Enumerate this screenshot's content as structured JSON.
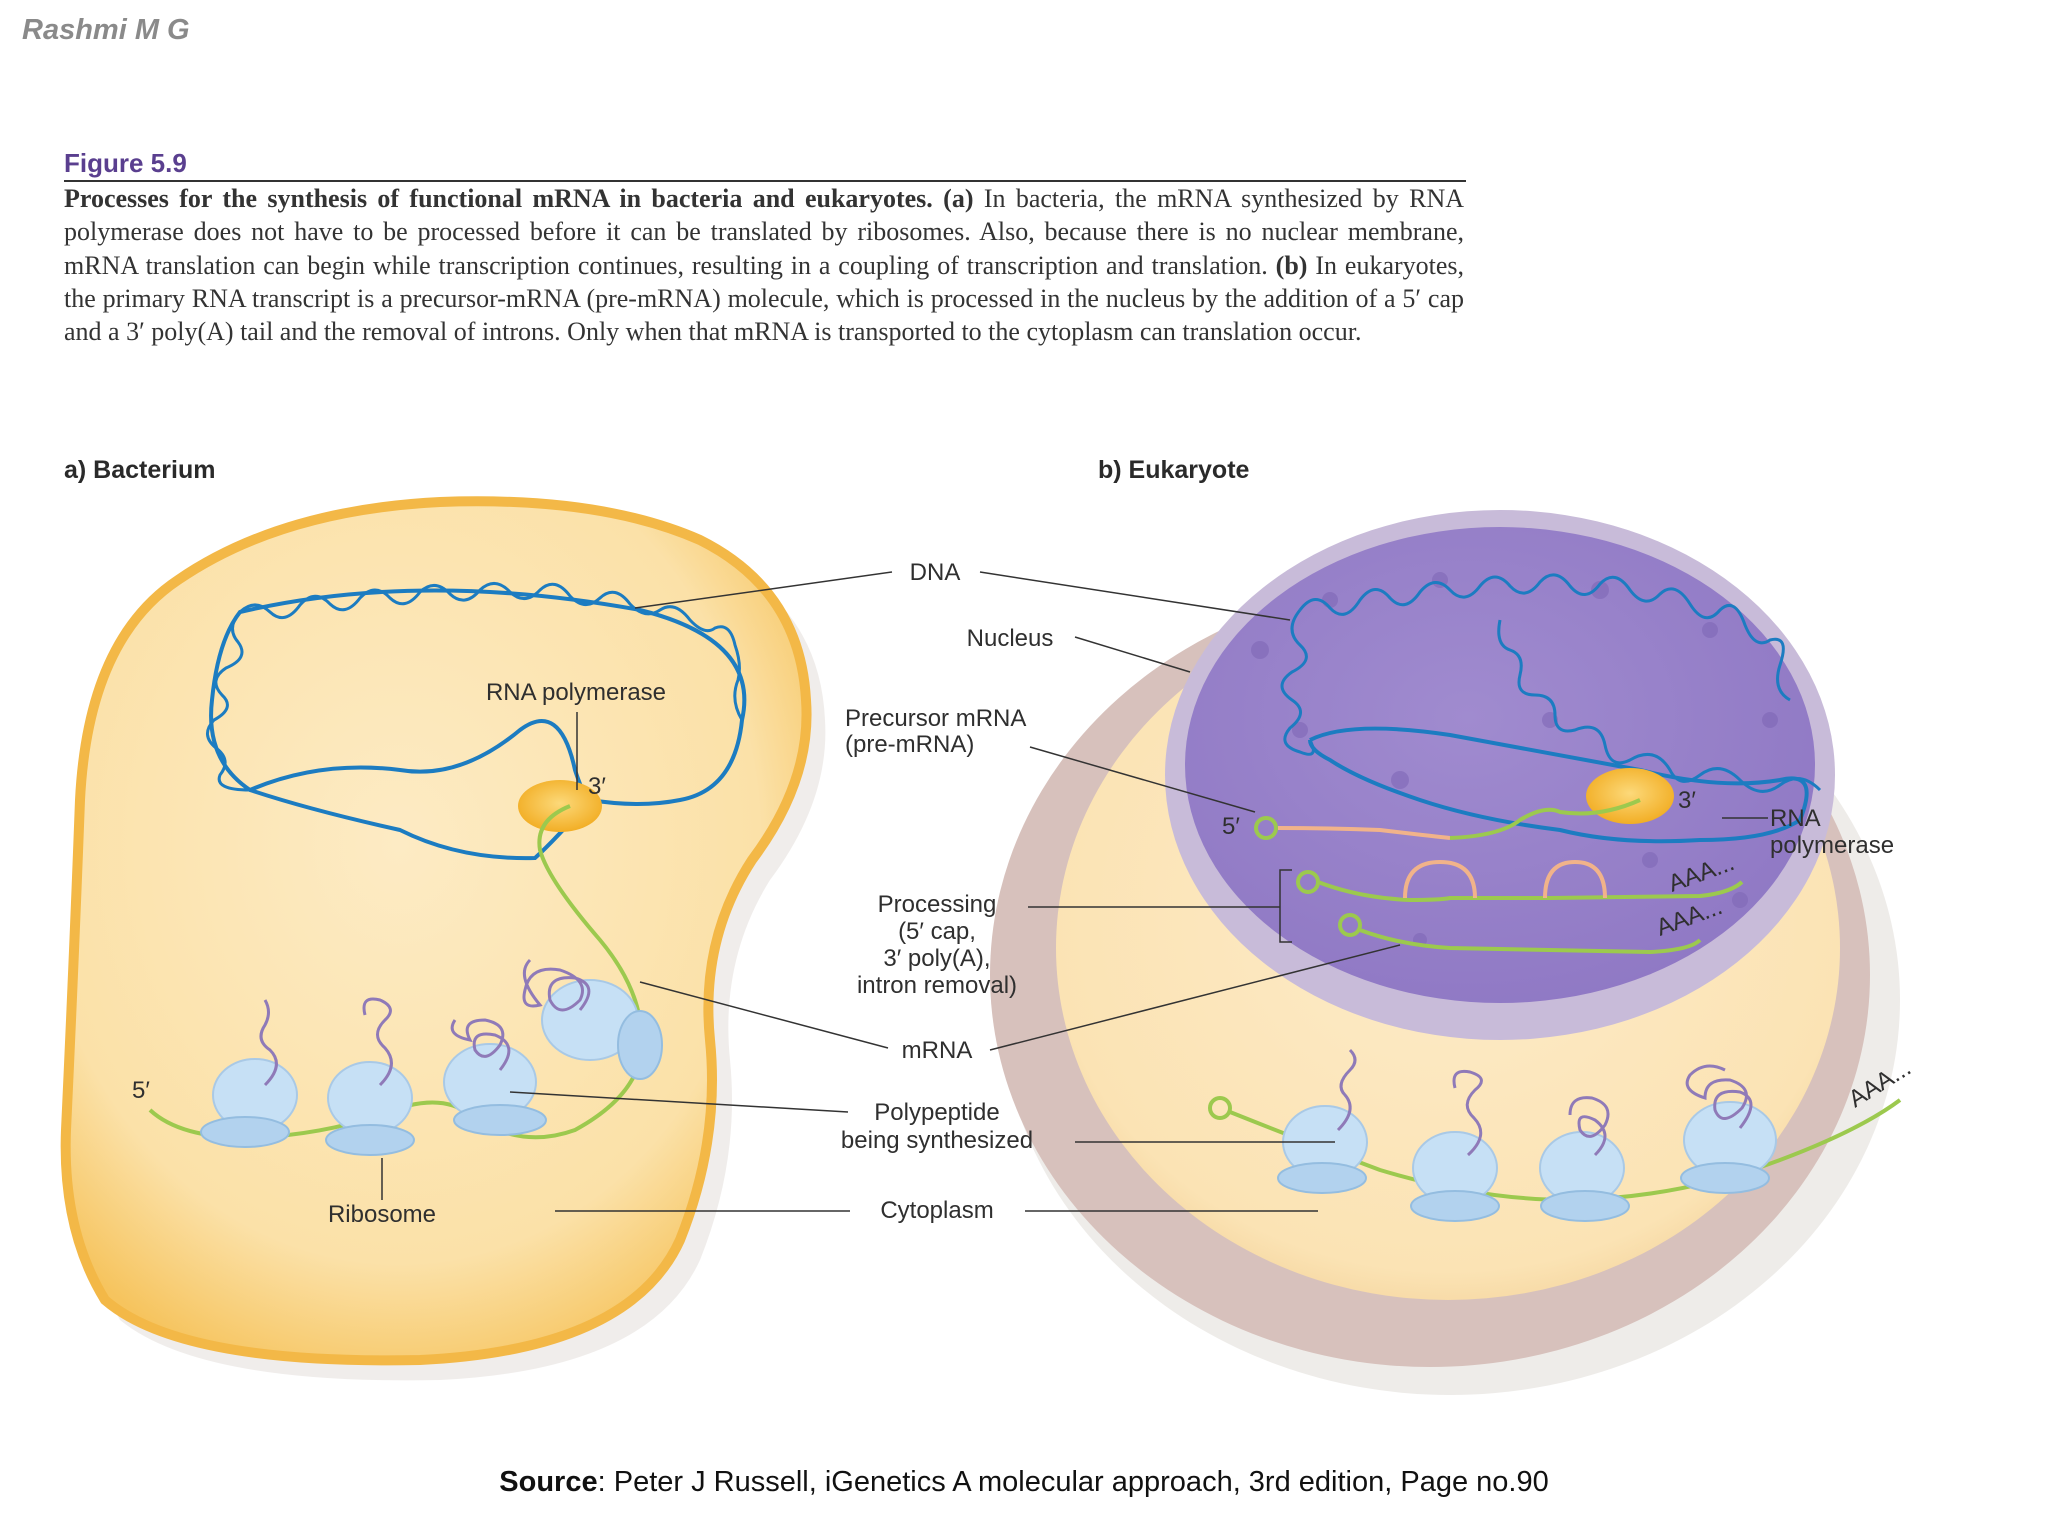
{
  "author": "Rashmi M G",
  "figure": {
    "number": "Figure 5.9",
    "title": "Processes for the synthesis of functional mRNA in bacteria and eukaryotes.",
    "part_a_marker": "(a)",
    "part_a_text": "In bacteria, the mRNA synthesized by RNA polymerase does not have to be processed before it can be translated by ribosomes. Also, because there is no nuclear membrane, mRNA translation can begin while transcription continues, resulting in a coupling of transcription and translation.",
    "part_b_marker": "(b)",
    "part_b_text": "In eukaryotes, the primary RNA transcript is a precursor-mRNA (pre-mRNA) molecule, which is processed in the nucleus by the addition of a 5′ cap and a 3′ poly(A) tail and the removal of introns. Only when that mRNA is transported to the cytoplasm can translation occur."
  },
  "panels": {
    "bacterium": "a) Bacterium",
    "eukaryote": "b) Eukaryote"
  },
  "labels": {
    "dna": "DNA",
    "nucleus": "Nucleus",
    "rna_polymerase_a": "RNA polymerase",
    "precursor_line1": "Precursor mRNA",
    "precursor_line2": "(pre-mRNA)",
    "rna_polymerase_b_line1": "RNA",
    "rna_polymerase_b_line2": "polymerase",
    "processing_line1": "Processing",
    "processing_line2": "(5′ cap,",
    "processing_line3": "3′ poly(A),",
    "processing_line4": "intron removal)",
    "mrna": "mRNA",
    "polypeptide_line1": "Polypeptide",
    "polypeptide_line2": "being synthesized",
    "cytoplasm": "Cytoplasm",
    "ribosome": "Ribosome",
    "three_prime": "3′",
    "five_prime": "5′",
    "poly_a": "AAA..."
  },
  "colors": {
    "bacterium_fill": "#fbe1a8",
    "bacterium_edge": "#f4bb4d",
    "cell_rim": "#d8c2bd",
    "nucleus_fill": "#a793cf",
    "dna": "#1c7cc1",
    "mrna": "#9cc94e",
    "ribosome": "#bcd9f2",
    "polypeptide": "#8f7ab8",
    "polymerase": "#f5b32d"
  },
  "source": {
    "prefix": "Source",
    "text": ": Peter J Russell, iGenetics A molecular approach, 3rd edition, Page no.90"
  }
}
